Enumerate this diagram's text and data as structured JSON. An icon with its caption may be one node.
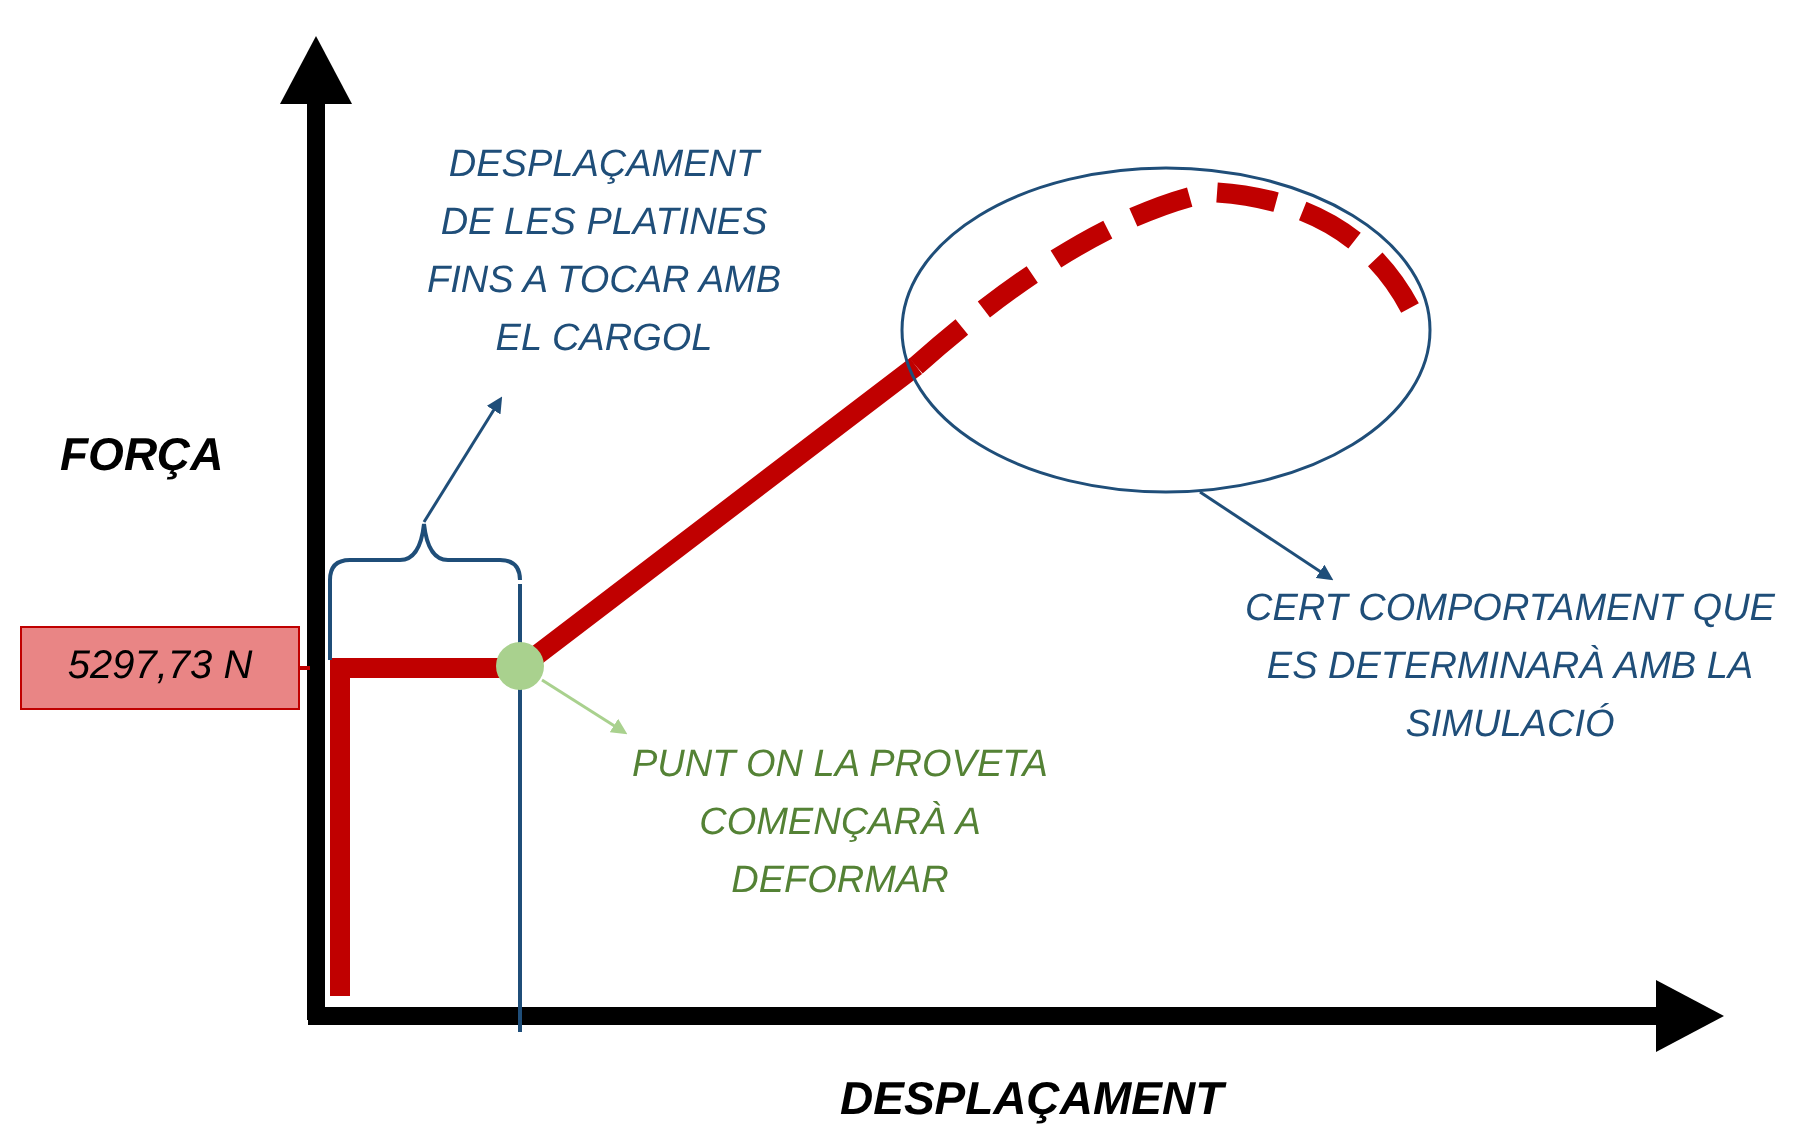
{
  "diagram": {
    "nodes": [
      {
        "text": [
          "DESPLAÇAMENT DE LES PLATINES FINS A TOCAR AMB EL CARGOL"
        ]
      },
      {
        "text": [],
        "shape": "ellipse"
      },
      {
        "text": [],
        "shape": "brace"
      },
      {
        "text": [
          "5297,73 N"
        ]
      },
      {
        "text": [],
        "shape": "circle"
      },
      {
        "text": [
          "CERT COMPORTAMENT QUE ES DETERMINARÀ AMB LA SIMULACIÓ"
        ]
      },
      {
        "text": [
          "PUNT ON LA PROVETA COMENÇARÀ A DEFORMAR"
        ]
      }
    ],
    "edges": [
      {
        "from": 2,
        "to": 0,
        "arrow": "to"
      },
      {
        "from": 1,
        "to": 5,
        "arrow": "to"
      },
      {
        "from": 4,
        "to": 6,
        "arrow": "to",
        "color": "#a9d18e"
      }
    ],
    "labels": [
      "FORÇA",
      "DESPLAÇAMENT"
    ]
  }
}
